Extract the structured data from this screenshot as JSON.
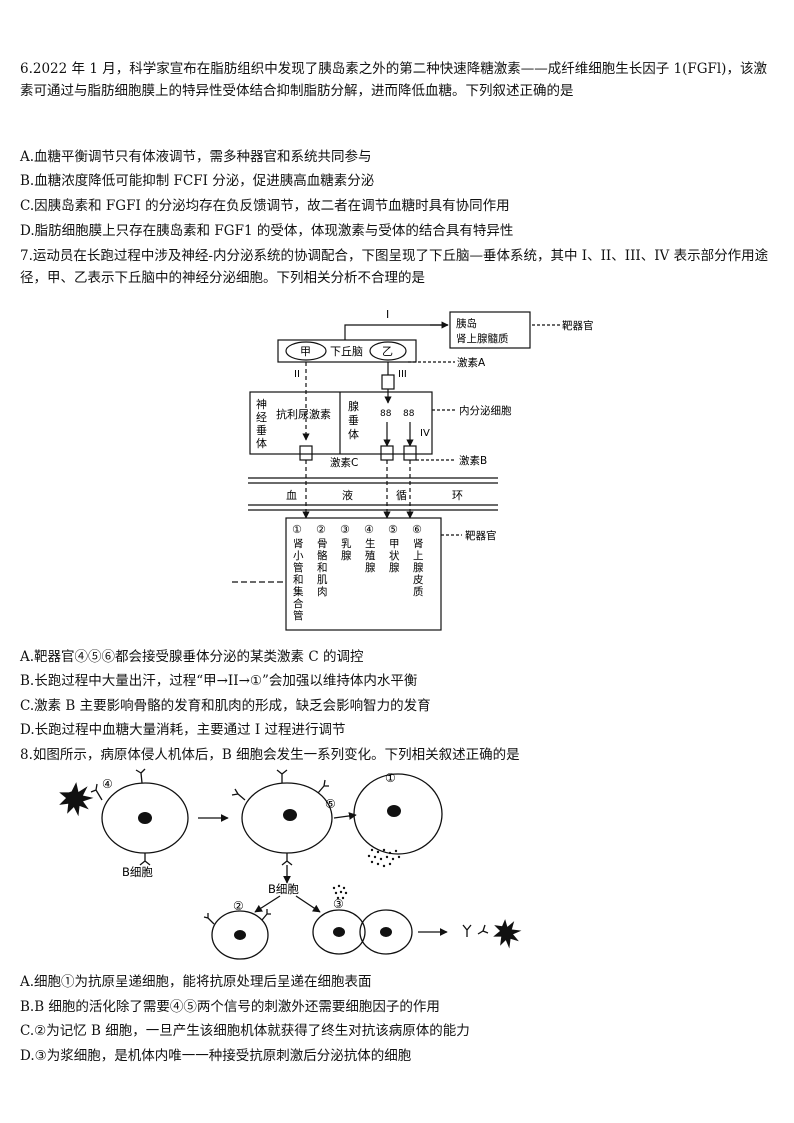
{
  "q6": {
    "stem": "6.2022 年 1 月，科学家宣布在脂肪组织中发现了胰岛素之外的第二种快速降糖激素——成纤维细胞生长因子 1(FGFl)，该激素可通过与脂肪细胞膜上的特异性受体结合抑制脂肪分解，进而降低血糖。下列叙述正确的是",
    "options": [
      "A.血糖平衡调节只有体液调节，需多种器官和系统共同参与",
      "B.血糖浓度降低可能抑制 FCFI 分泌，促进胰高血糖素分泌",
      "C.因胰岛素和 FGFI 的分泌均存在负反馈调节，故二者在调节血糖时具有协同作用",
      "D.脂肪细胞膜上只存在胰岛素和 FGF1 的受体，体现激素与受体的结合具有特异性"
    ]
  },
  "q7": {
    "stem": "7.运动员在长跑过程中涉及神经-内分泌系统的协调配合，下图呈现了下丘脑—垂体系统，其中 I、II、III、IV 表示部分作用途径，甲、乙表示下丘脑中的神经分泌细胞。下列相关分析不合理的是",
    "diagram": {
      "path_I": "I",
      "target_top_line1": "胰岛",
      "target_top_line2": "肾上腺髓质",
      "label_target_organ_top": "靶器官",
      "cell_jia": "甲",
      "hypothalamus": "下丘脑",
      "cell_yi": "乙",
      "label_hormone_a": "激素A",
      "path_II": "II",
      "path_III": "III",
      "path_IV": "IV",
      "neuro_pituitary": [
        "神",
        "经",
        "垂",
        "体"
      ],
      "adh": "抗利尿激素",
      "adeno_pituitary": [
        "腺",
        "垂",
        "体"
      ],
      "cell_mark_1": "88",
      "cell_mark_2": "88",
      "label_endocrine_cell": "内分泌细胞",
      "label_hormone_c": "激素C",
      "label_hormone_b": "激素B",
      "blood_circulation": [
        "血",
        "液",
        "循",
        "环"
      ],
      "label_target_organs": "靶器官",
      "organs": [
        {
          "num": "①",
          "chars": [
            "肾",
            "小",
            "管",
            "和",
            "集",
            "合",
            "管"
          ]
        },
        {
          "num": "②",
          "chars": [
            "骨",
            "骼",
            "和",
            "肌",
            "肉"
          ]
        },
        {
          "num": "③",
          "chars": [
            "乳",
            "腺"
          ]
        },
        {
          "num": "④",
          "chars": [
            "生",
            "殖",
            "腺"
          ]
        },
        {
          "num": "⑤",
          "chars": [
            "甲",
            "状",
            "腺"
          ]
        },
        {
          "num": "⑥",
          "chars": [
            "肾",
            "上",
            "腺",
            "皮",
            "质"
          ]
        }
      ]
    },
    "options": [
      "A.靶器官④⑤⑥都会接受腺垂体分泌的某类激素 C 的调控",
      "B.长跑过程中大量出汗，过程“甲→II→①”会加强以维持体内水平衡",
      "C.激素 B 主要影响骨骼的发育和肌肉的形成，缺乏会影响智力的发育",
      "D.长跑过程中血糖大量消耗，主要通过 I 过程进行调节"
    ]
  },
  "q8": {
    "stem": "8.如图所示，病原体侵人机体后，B 细胞会发生一系列变化。下列相关叙述正确的是",
    "diagram": {
      "num4": "④",
      "num5": "⑤",
      "num1": "①",
      "num2": "②",
      "num3": "③",
      "b_cell_left": "B细胞",
      "b_cell_mid": "B细胞"
    },
    "options": [
      "A.细胞①为抗原呈递细胞，能将抗原处理后呈递在细胞表面",
      "B.B 细胞的活化除了需要④⑤两个信号的刺激外还需要细胞因子的作用",
      "C.②为记忆 B 细胞，一旦产生该细胞机体就获得了终生对抗该病原体的能力",
      "D.③为浆细胞，是机体内唯一一种接受抗原刺激后分泌抗体的细胞"
    ]
  }
}
